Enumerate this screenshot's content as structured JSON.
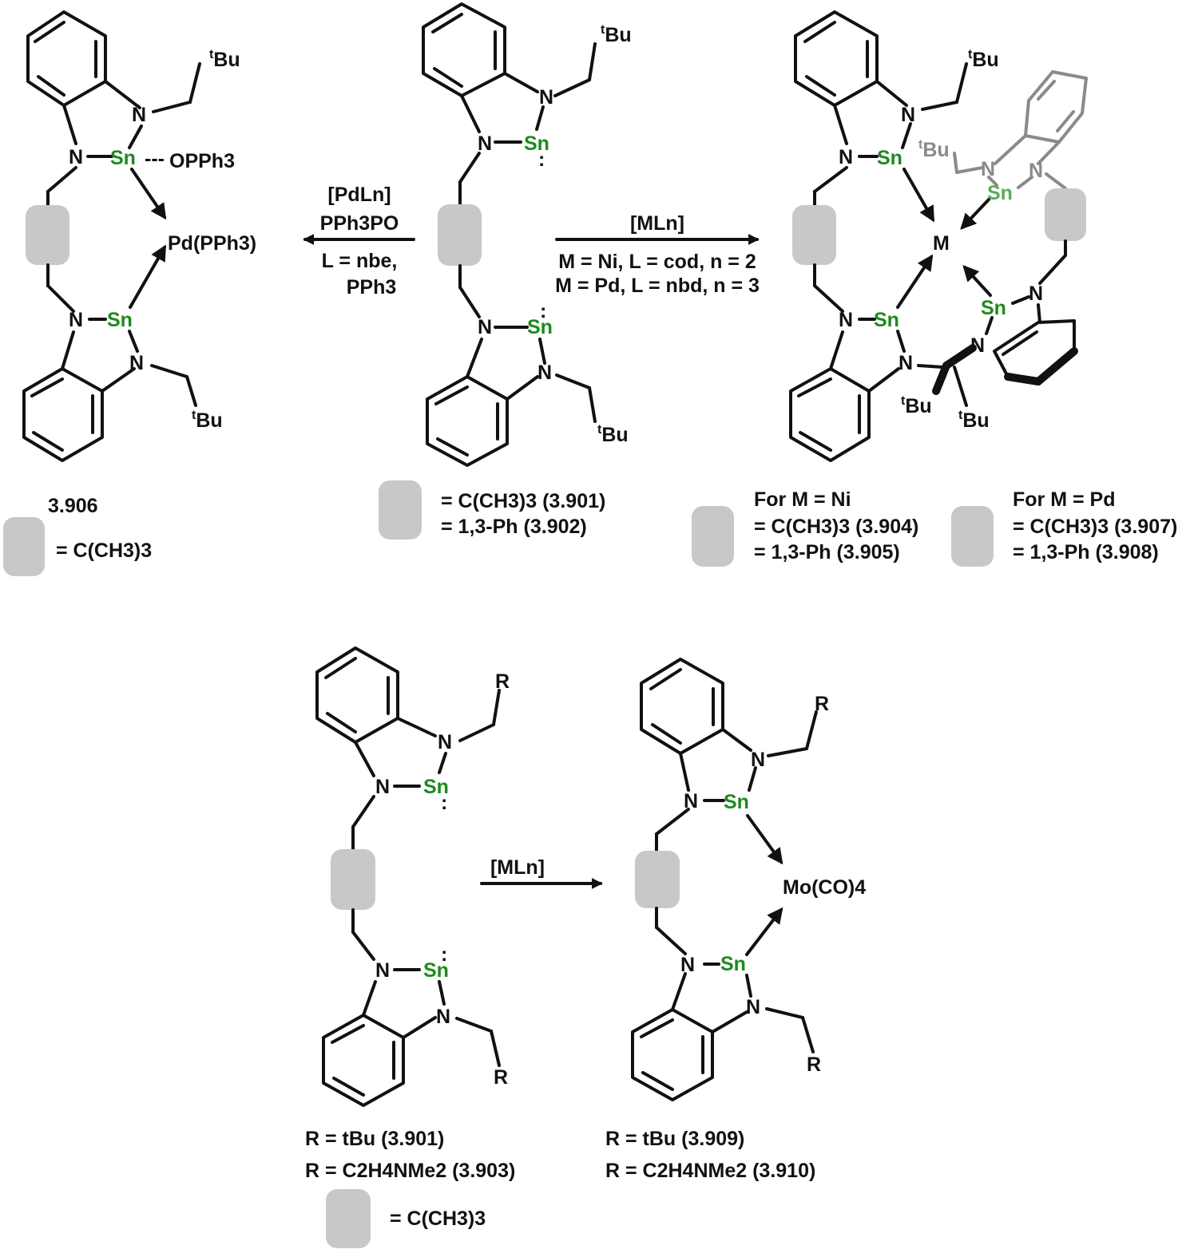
{
  "atoms": {
    "n": "N",
    "sn": "Sn",
    "m": "M",
    "r": "R",
    "bu": "Bu",
    "t": "t",
    "lp": ":"
  },
  "top_left": {
    "ligand": "OPPh3",
    "metal": "Pd(PPh3)",
    "dash": "---",
    "compound": "3.906",
    "blob_label": "= C(CH3)3"
  },
  "arrow_left": {
    "l1": "[PdLn]",
    "l2": "PPh3PO",
    "l3": "L = nbe,",
    "l4": "PPh3"
  },
  "top_center": {
    "line1": "= C(CH3)3 (3.901)",
    "line2": "= 1,3-Ph (3.902)"
  },
  "arrow_right": {
    "l1": "[MLn]",
    "l2": "M = Ni, L = cod, n = 2",
    "l3": "M = Pd, L = nbd, n = 3"
  },
  "top_right": {
    "ni": {
      "head": "For M = Ni",
      "line1": "= C(CH3)3 (3.904)",
      "line2": "= 1,3-Ph (3.905)"
    },
    "pd": {
      "head": "For M = Pd",
      "line1": "= C(CH3)3 (3.907)",
      "line2": "= 1,3-Ph (3.908)"
    }
  },
  "bottom": {
    "arrow": "[MLn]",
    "product": "Mo(CO)4",
    "left1": "R = tBu (3.901)",
    "left2": "R = C2H4NMe2 (3.903)",
    "blob_label": "= C(CH3)3",
    "right1": "R = tBu (3.909)",
    "right2": "R = C2H4NMe2 (3.910)"
  }
}
